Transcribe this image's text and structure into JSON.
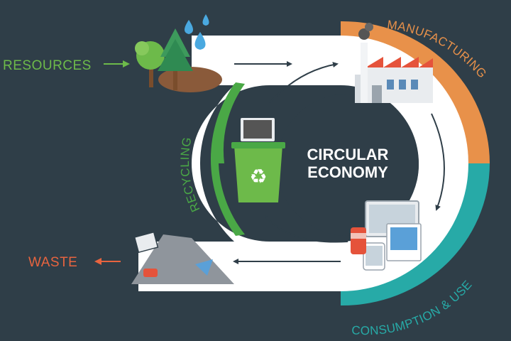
{
  "diagram": {
    "center_title_line1": "CIRCULAR",
    "center_title_line2": "ECONOMY",
    "stages": {
      "resources": "RESOURCES",
      "manufacturing": "MANUFACTURING",
      "consumption": "CONSUMPTION & USE",
      "recycling": "RECYCLING",
      "waste": "WASTE"
    }
  },
  "colors": {
    "background": "#2f3e48",
    "band": "#ffffff",
    "center": "#2f3e48",
    "manufacturing": "#e8914a",
    "consumption": "#27aaa7",
    "recycling": "#4aa846",
    "resources": "#6dba4a",
    "waste": "#e8643f",
    "arrow": "#2f3e48"
  },
  "icons": {
    "resources": "trees-and-water-drops-icon",
    "manufacturing": "factory-icon",
    "consumption": "devices-icon",
    "recycling": "recycle-bin-icon",
    "waste": "landfill-icon"
  }
}
